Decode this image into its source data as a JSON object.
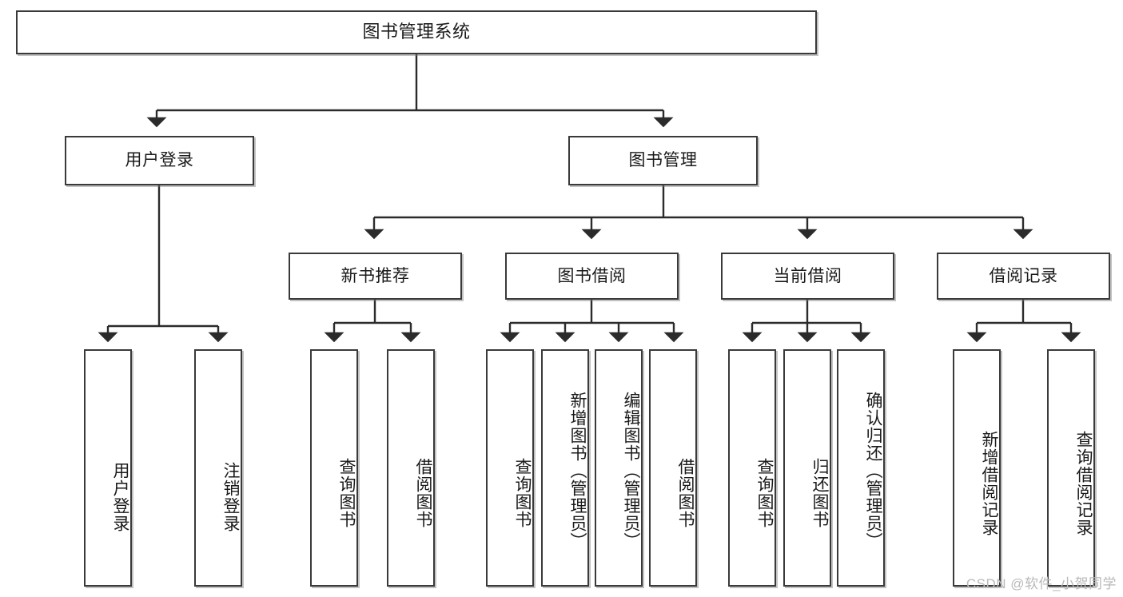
{
  "diagram": {
    "title": "图书管理系统",
    "type": "tree-hierarchy-flowchart",
    "style": {
      "box_border": "#3a3a3a",
      "box_fill": "#ffffff",
      "line_color": "#2b2b2b",
      "text_color": "#1a1a1a",
      "background": "#ffffff",
      "watermark_color": "#b9b9b9"
    },
    "levels": {
      "level1": [
        "图书管理系统"
      ],
      "level2": [
        "用户登录",
        "图书管理"
      ],
      "level3": [
        "新书推荐",
        "图书借阅",
        "当前借阅",
        "借阅记录"
      ],
      "level4": [
        "用户登录",
        "注销登录",
        "查询图书",
        "借阅图书",
        "查询图书",
        "新增图书（管理员）",
        "编辑图书（管理员）",
        "借阅图书",
        "查询图书",
        "归还图书",
        "确认归还（管理员）",
        "新增借阅记录",
        "查询借阅记录"
      ]
    }
  },
  "nodes": {
    "root": {
      "label": "图书管理系统"
    },
    "user_login": {
      "label": "用户登录"
    },
    "book_mgmt": {
      "label": "图书管理"
    },
    "new_book_rec": {
      "label": "新书推荐"
    },
    "book_borrow": {
      "label": "图书借阅"
    },
    "current_borrow": {
      "label": "当前借阅"
    },
    "borrow_record": {
      "label": "借阅记录"
    },
    "leaf_user_login": {
      "label": "用户登录"
    },
    "leaf_logout": {
      "label": "注销登录"
    },
    "leaf_query_book_a": {
      "label": "查询图书"
    },
    "leaf_borrow_book_a": {
      "label": "借阅图书"
    },
    "leaf_query_book_b": {
      "label": "查询图书"
    },
    "leaf_add_book": {
      "label": "新增图书（管理员）"
    },
    "leaf_edit_book": {
      "label": "编辑图书（管理员）"
    },
    "leaf_borrow_book_b": {
      "label": "借阅图书"
    },
    "leaf_query_book_c": {
      "label": "查询图书"
    },
    "leaf_return_book": {
      "label": "归还图书"
    },
    "leaf_confirm_return": {
      "label": "确认归还（管理员）"
    },
    "leaf_add_record": {
      "label": "新增借阅记录"
    },
    "leaf_query_record": {
      "label": "查询借阅记录"
    }
  },
  "watermark": {
    "text": "CSDN @软件_小贺同学"
  }
}
